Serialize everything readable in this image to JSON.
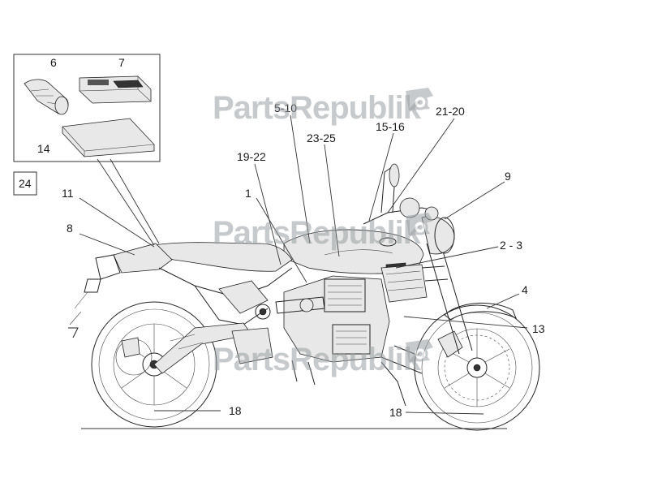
{
  "callouts": {
    "c6": "6",
    "c7": "7",
    "c14": "14",
    "c24": "24",
    "c11": "11",
    "c8": "8",
    "c5_10": "5-10",
    "c19_22": "19-22",
    "c23_25": "23-25",
    "c15_16": "15-16",
    "c21_20": "21-20",
    "c9": "9",
    "c1": "1",
    "c2_3": "2 - 3",
    "c4": "4",
    "c13": "13",
    "c18_left": "18",
    "c18_right": "18"
  },
  "watermark": {
    "text": "PartsRepublik",
    "icon": "gear-flag-icon",
    "color": "#9aa0a3"
  }
}
